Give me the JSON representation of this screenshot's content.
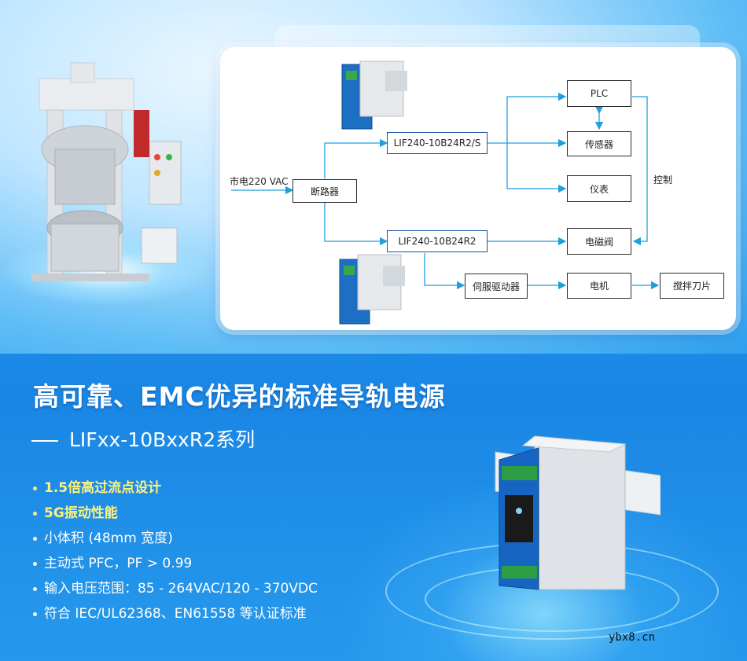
{
  "diagram": {
    "input_label": "市电220 VAC",
    "control_label": "控制",
    "nodes": {
      "breaker": "断路器",
      "psu1": "LIF240-10B24R2/S",
      "psu2": "LIF240-10B24R2",
      "plc": "PLC",
      "sensor": "传感器",
      "meter": "仪表",
      "valve": "电磁阀",
      "servo": "伺服驱动器",
      "motor": "电机",
      "blade": "搅拌刀片"
    },
    "line_color": "#1e9fe0",
    "box_border_color": "#2d2d2d",
    "psu_border_color": "#1a4fa0"
  },
  "headline": "高可靠、EMC优异的标准导轨电源",
  "series": "LIFxx-10BxxR2系列",
  "features": [
    {
      "text": "1.5倍高过流点设计",
      "highlight": true
    },
    {
      "text": "5G振动性能",
      "highlight": true
    },
    {
      "text": "小体积 (48mm 宽度)",
      "highlight": false
    },
    {
      "text": "主动式 PFC，PF > 0.99",
      "highlight": false
    },
    {
      "text": "输入电压范围：85 - 264VAC/120 - 370VDC",
      "highlight": false
    },
    {
      "text": "符合 IEC/UL62368、EN61558 等认证标准",
      "highlight": false
    }
  ],
  "watermark": "ybx8.cn",
  "colors": {
    "highlight": "#fff27a",
    "accent_blue": "#1e8ee8"
  }
}
